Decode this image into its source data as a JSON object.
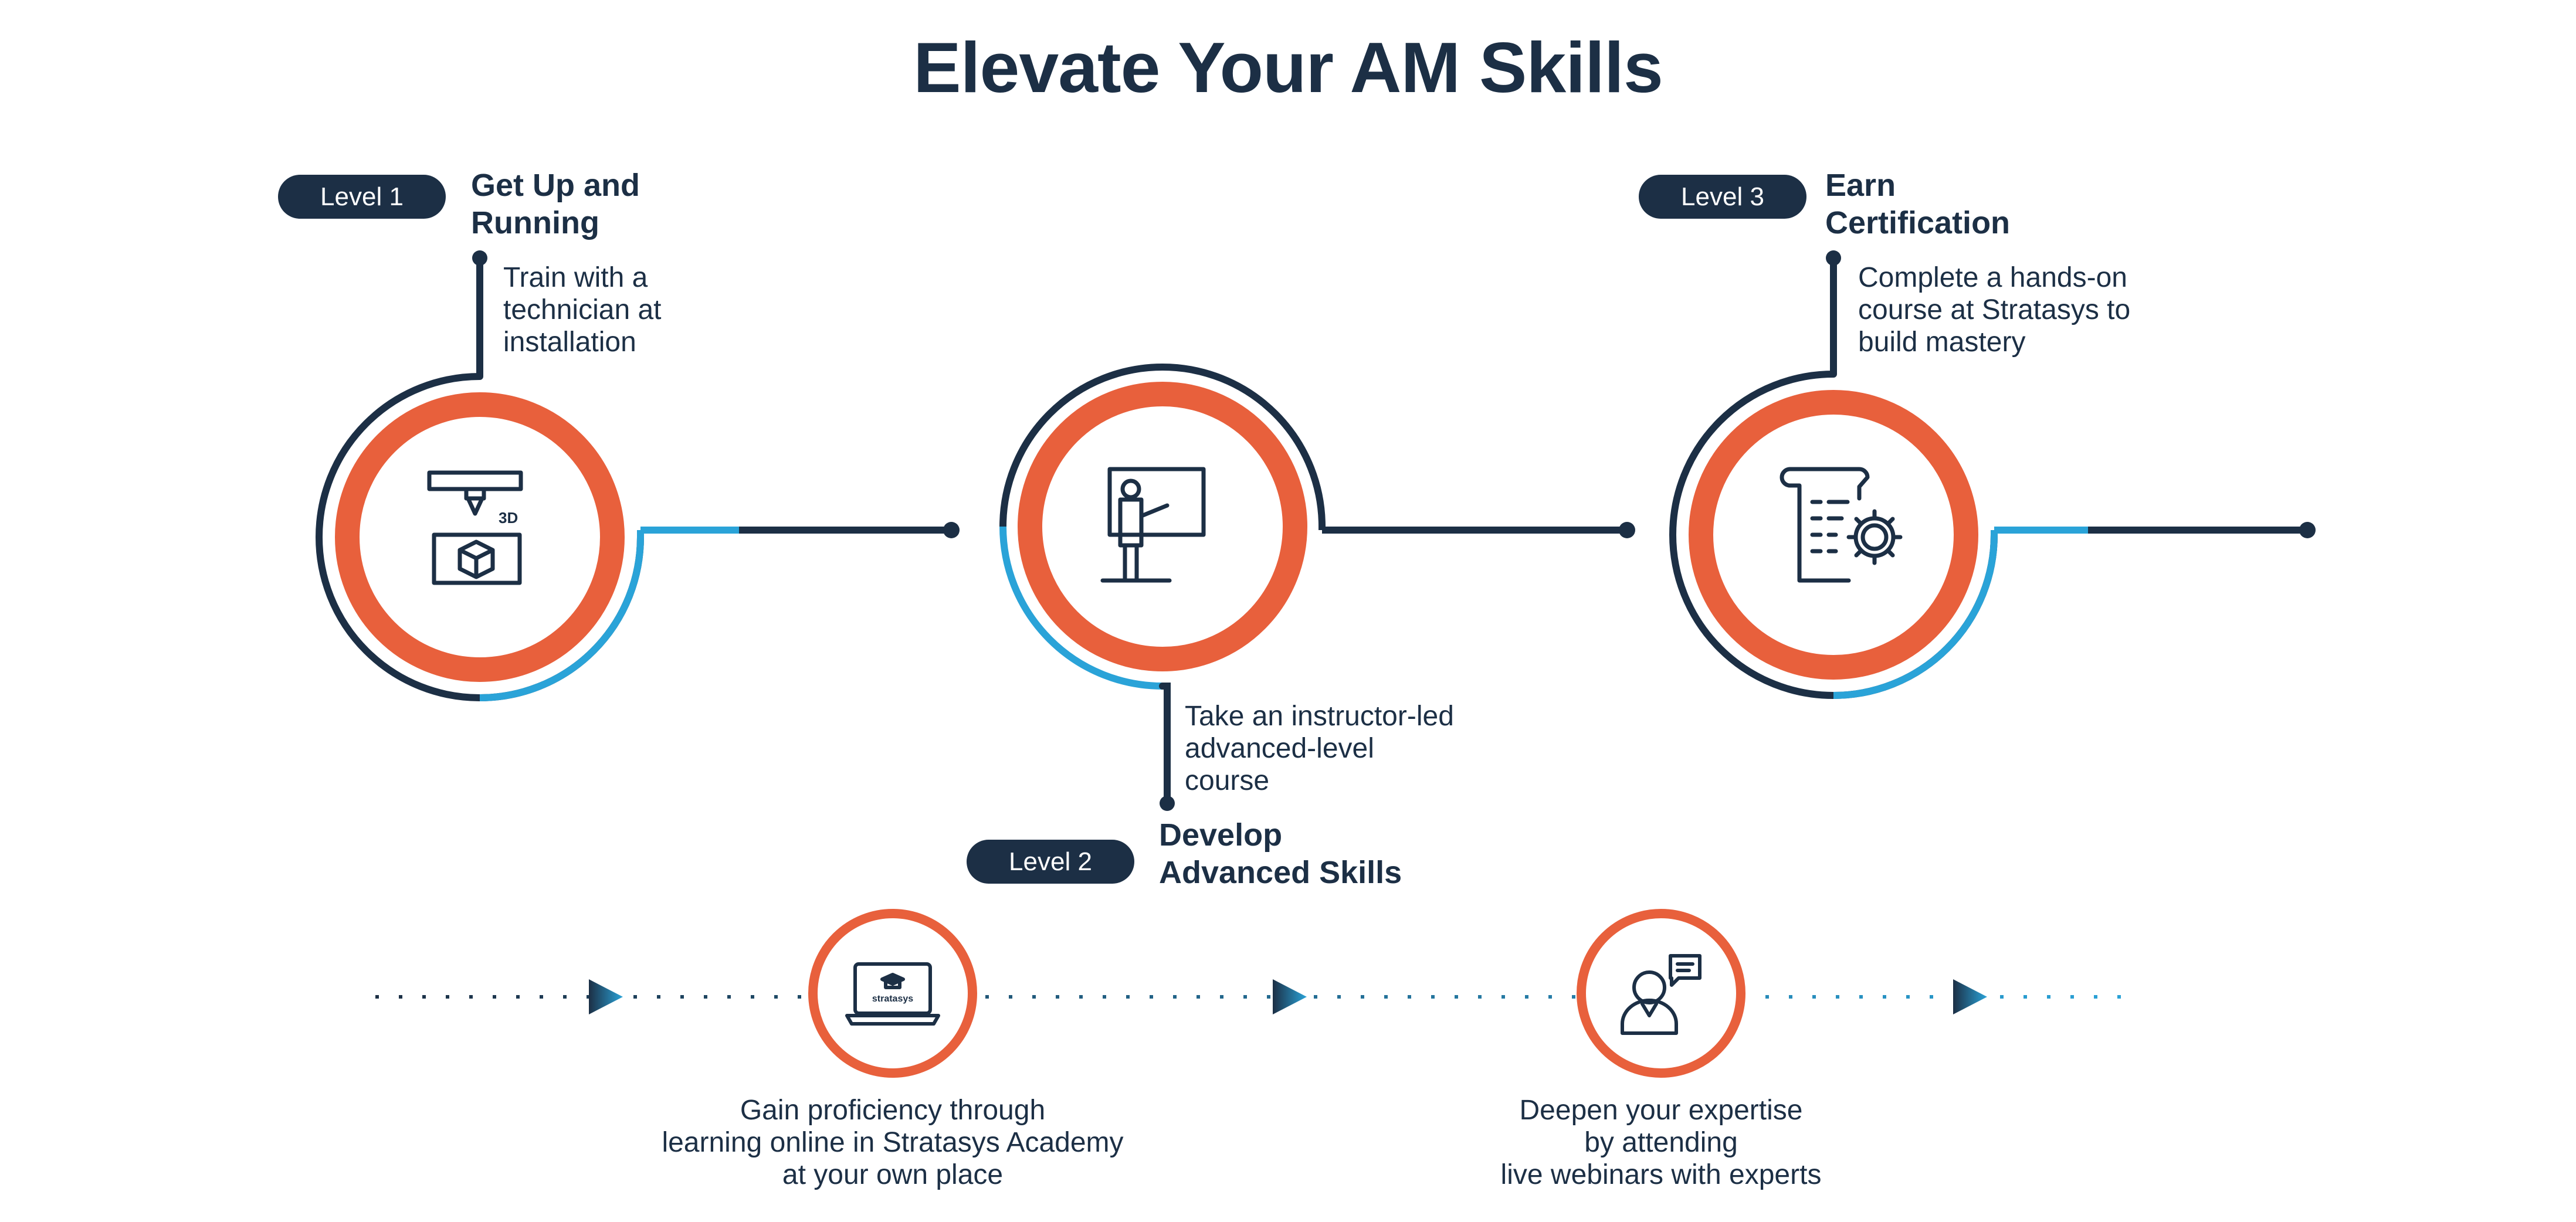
{
  "title": "Elevate Your AM Skills",
  "colors": {
    "navy": "#1c2f45",
    "orange": "#e8603c",
    "blue": "#2aa3d8"
  },
  "levels": [
    {
      "pill": "Level 1",
      "heading_line1": "Get Up and",
      "heading_line2": "Running",
      "desc_line1": "Train with a",
      "desc_line2": "technician at",
      "desc_line3": "installation",
      "icon": "3d-printer-icon",
      "icon_label": "3D"
    },
    {
      "pill": "Level 2",
      "heading_line1": "Develop",
      "heading_line2": "Advanced Skills",
      "desc_line1": "Take an instructor-led",
      "desc_line2": "advanced-level",
      "desc_line3": "course",
      "icon": "instructor-icon"
    },
    {
      "pill": "Level 3",
      "heading_line1": "Earn",
      "heading_line2": "Certification",
      "desc_line1": "Complete a hands-on",
      "desc_line2": "course at Stratasys to",
      "desc_line3": "build mastery",
      "icon": "certificate-icon"
    }
  ],
  "continuous": [
    {
      "icon": "laptop-academy-icon",
      "icon_label": "stratasys",
      "line1": "Gain proficiency through",
      "line2": "learning online in Stratasys Academy",
      "line3": "at your own place"
    },
    {
      "icon": "webinar-expert-icon",
      "line1": "Deepen your expertise",
      "line2": "by attending",
      "line3": "live webinars with experts"
    }
  ]
}
